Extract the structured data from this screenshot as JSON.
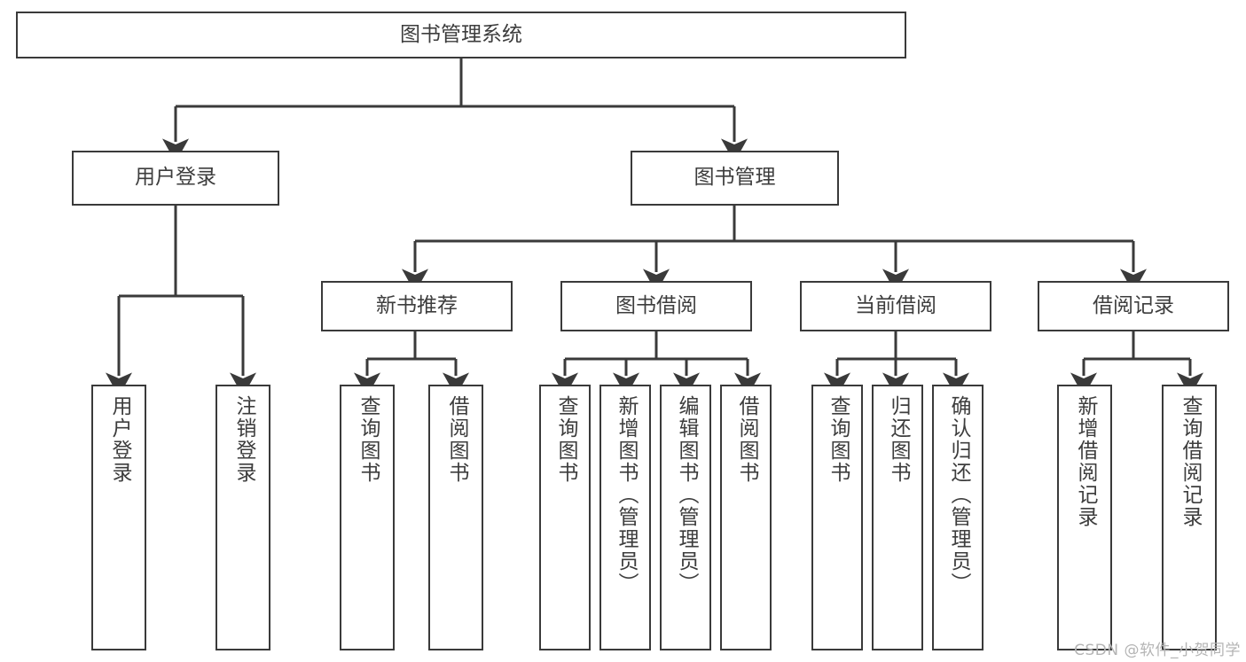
{
  "diagram": {
    "type": "tree",
    "title": "图书管理系统",
    "root": {
      "label": "图书管理系统"
    },
    "level2": [
      {
        "label": "用户登录"
      },
      {
        "label": "图书管理"
      }
    ],
    "level3": [
      {
        "label": "新书推荐"
      },
      {
        "label": "图书借阅"
      },
      {
        "label": "当前借阅"
      },
      {
        "label": "借阅记录"
      }
    ],
    "leaves": {
      "user_login": [
        {
          "label": "用户登录"
        },
        {
          "label": "注销登录"
        }
      ],
      "new_book": [
        {
          "label": "查询图书"
        },
        {
          "label": "借阅图书"
        }
      ],
      "borrow": [
        {
          "label": "查询图书"
        },
        {
          "label": "新增图书（管理员）"
        },
        {
          "label": "编辑图书（管理员）"
        },
        {
          "label": "借阅图书"
        }
      ],
      "current": [
        {
          "label": "查询图书"
        },
        {
          "label": "归还图书"
        },
        {
          "label": "确认归还（管理员）"
        }
      ],
      "records": [
        {
          "label": "新增借阅记录"
        },
        {
          "label": "查询借阅记录"
        }
      ]
    }
  },
  "watermark": {
    "text": "CSDN @软件_小贺同学"
  },
  "colors": {
    "stroke": "#3a3a3a",
    "text": "#3d3d3d",
    "background": "#ffffff",
    "watermark": "#b4b4b4"
  }
}
